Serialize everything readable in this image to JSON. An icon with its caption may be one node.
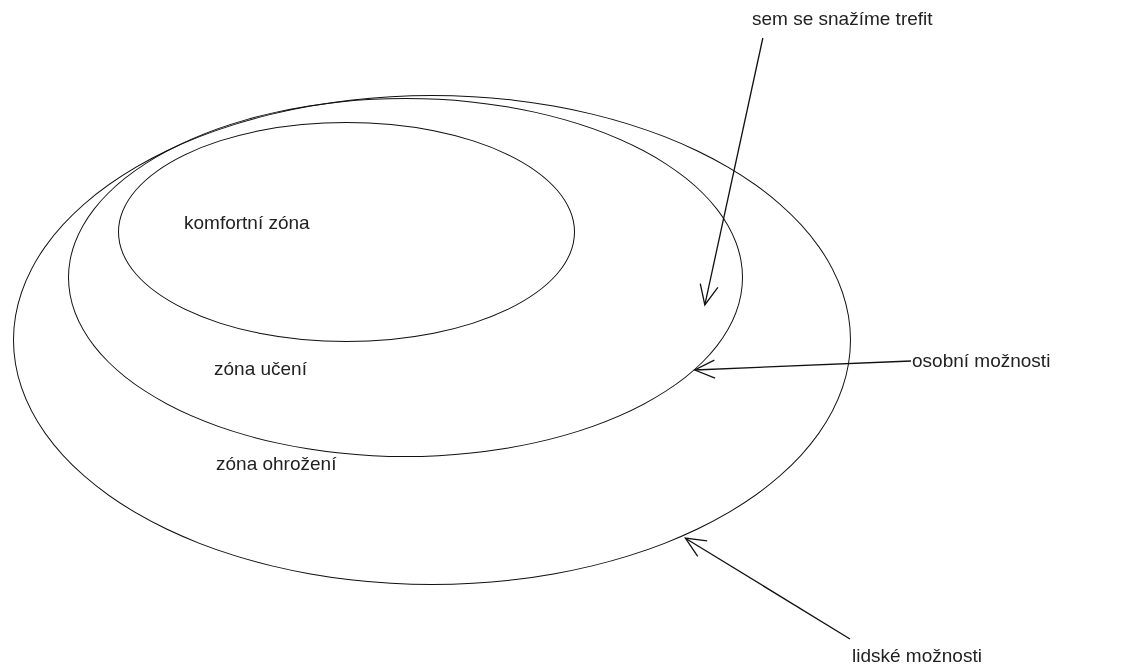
{
  "diagram": {
    "nodes": [
      {
        "text": [
          "zóna ohrožení"
        ]
      },
      {
        "text": [
          "zóna učení"
        ],
        "in": 0
      },
      {
        "text": [
          "komfortní zóna"
        ],
        "in": 1
      },
      {
        "text": [
          "sem se snažíme trefit"
        ]
      },
      {
        "text": [
          "osobní možnosti"
        ]
      },
      {
        "text": [
          "lidské možnosti"
        ]
      }
    ],
    "edges": [
      {
        "from": 3,
        "to": 1,
        "arrow": "to"
      },
      {
        "from": 4,
        "to": 1,
        "arrow": "to"
      },
      {
        "from": 5,
        "to": 0,
        "arrow": "to"
      }
    ]
  }
}
